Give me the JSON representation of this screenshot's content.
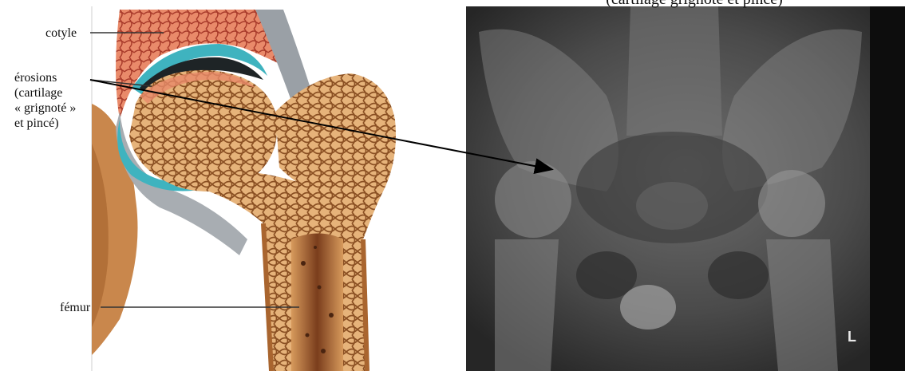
{
  "labels": {
    "cotyle": "cotyle",
    "erosions": [
      "érosions",
      "(cartilage",
      "« grignoté »",
      "et pincé)"
    ],
    "femur": "fémur"
  },
  "top_caption_fragment": "(cartilage grignoté et pincé)",
  "xray_marker": "L",
  "colors": {
    "bone": "#c8874a",
    "bone_dark": "#8a4f22",
    "cartilage": "#3fb3bf",
    "inflamed": "#d9473a",
    "xray_bg": "#2b2b2b"
  }
}
